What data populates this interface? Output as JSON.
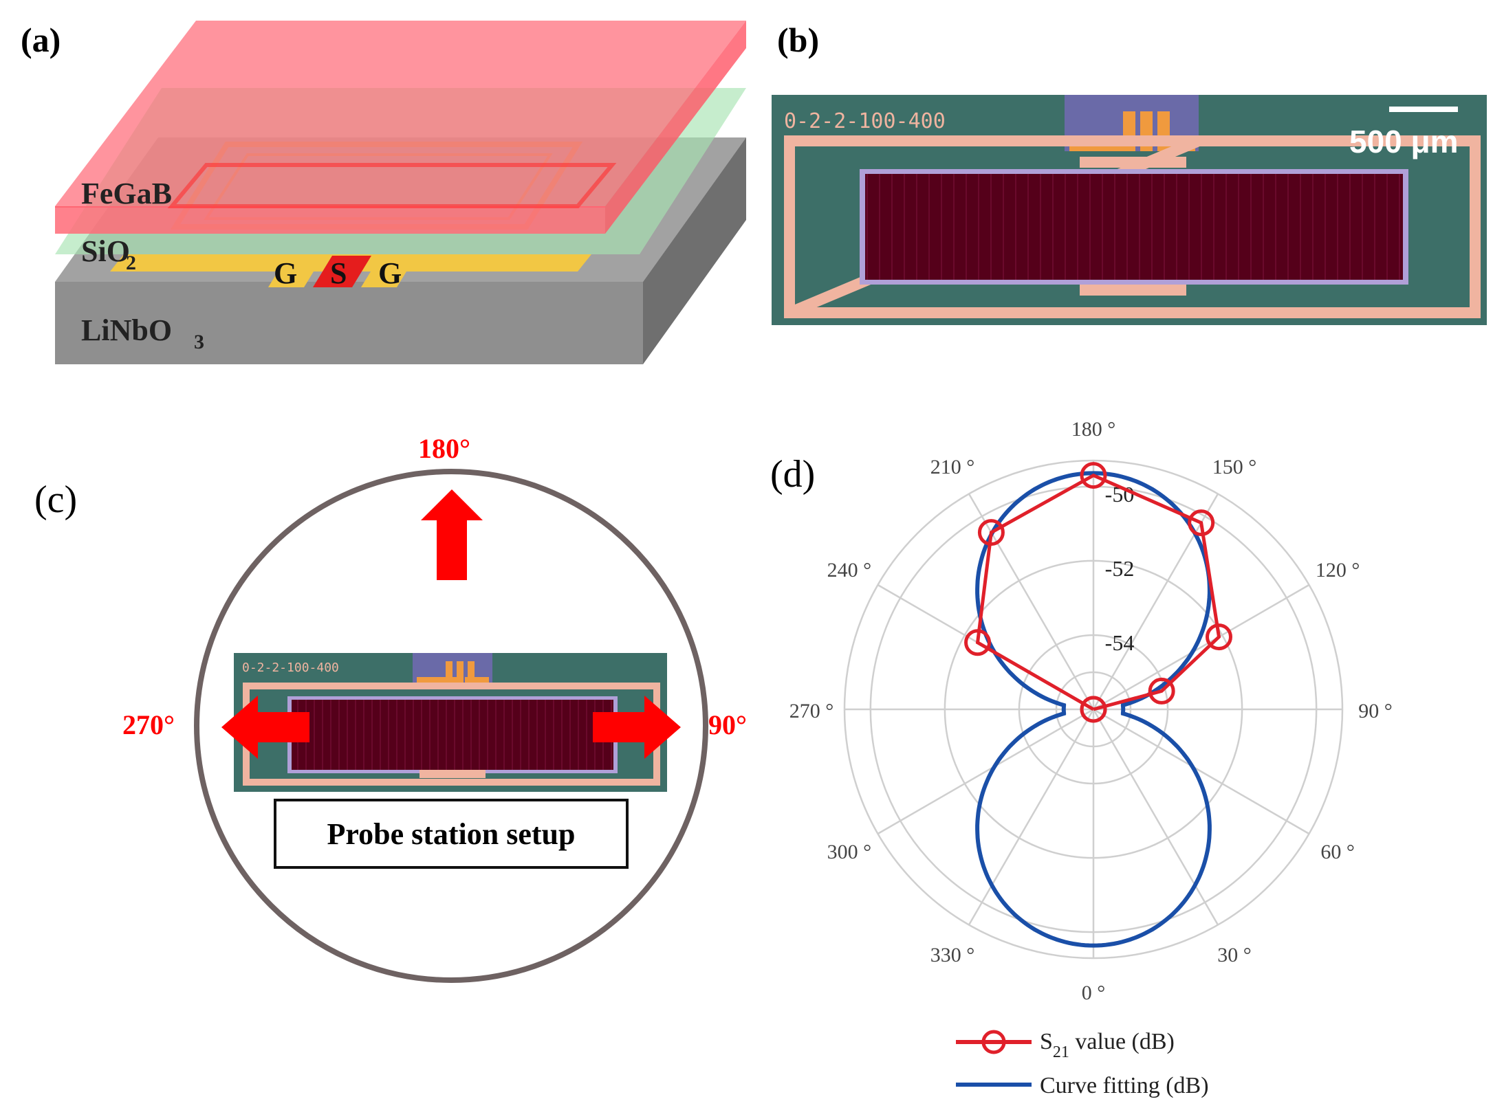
{
  "panel_a": {
    "label": "(a)",
    "layer_top": "FeGaB",
    "layer_mid": "SiO",
    "layer_mid_sub": "2",
    "layer_sub": "LiNbO",
    "layer_sub_sub": "3",
    "electrode_g1": "G",
    "electrode_s": "S",
    "electrode_g2": "G",
    "colors": {
      "fegab": "#ff6b78",
      "sio2": "#a8e3b2",
      "linbo3": "#8c8c8c",
      "gold": "#f2c744",
      "signal": "#e51d1d"
    }
  },
  "panel_b": {
    "label": "(b)",
    "device_code": "0-2-2-100-400",
    "scale_bar": "500 μm"
  },
  "panel_c": {
    "label": "(c)",
    "angle_top": "180°",
    "angle_left": "270°",
    "angle_right": "90°",
    "device_code": "0-2-2-100-400",
    "caption_box": "Probe station setup",
    "arrow_color": "#ff0000"
  },
  "panel_d": {
    "label": "(d)",
    "angle_labels": [
      "0 °",
      "30 °",
      "60 °",
      "90 °",
      "120 °",
      "150 °",
      "180 °",
      "210 °",
      "240 °",
      "270 °",
      "300 °",
      "330 °"
    ],
    "radial_ticks": [
      "-54",
      "-52",
      "-50"
    ],
    "legend_measured_label": "S",
    "legend_measured_sub": "21",
    "legend_measured_suffix": " value (dB)",
    "legend_fit_label": "Curve fitting (dB)"
  },
  "chart_data": {
    "type": "polar",
    "title": "",
    "r_unit": "dB",
    "r_ticks": [
      -54,
      -52,
      -50
    ],
    "r_range": [
      -56,
      -49.3
    ],
    "theta_labels_deg": [
      0,
      30,
      60,
      90,
      120,
      150,
      180,
      210,
      240,
      270,
      300,
      330
    ],
    "series": [
      {
        "name": "S21 value (dB)",
        "color": "#e0202a",
        "marker": "open-circle",
        "theta_deg": [
          90,
          105,
          120,
          150,
          180,
          210,
          240,
          270
        ],
        "r": [
          -56.0,
          -54.1,
          -52.1,
          -50.2,
          -49.7,
          -50.5,
          -52.4,
          -56.0
        ]
      },
      {
        "name": "Curve fitting (dB)",
        "color": "#1a4fa8",
        "marker": "none",
        "formula": "lobes along the 0°–180° axis; r(θ) = -56 + 6.36·|cos θ|^1.05 (null near 90° and 270°)"
      }
    ]
  }
}
